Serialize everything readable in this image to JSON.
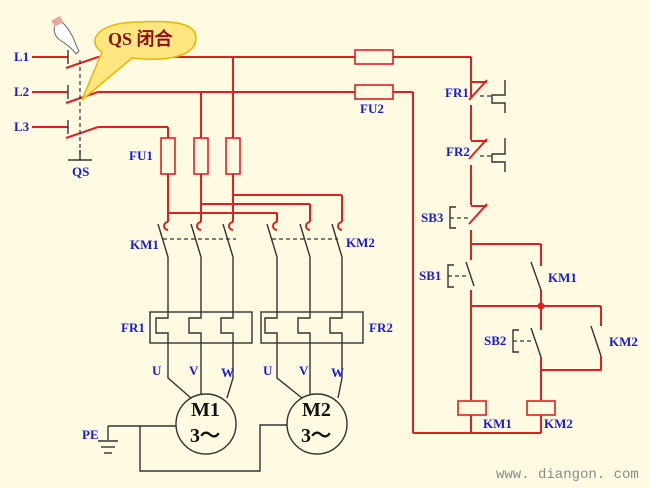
{
  "diagram": {
    "title": "Motor sequential start control circuit",
    "callout": "QS 闭合",
    "pointer_icon": "hand-pointer-icon",
    "lines": [
      "L1",
      "L2",
      "L3"
    ],
    "switch_label": "QS",
    "fuses": {
      "main": "FU1",
      "control": "FU2"
    },
    "contactors": {
      "km1": "KM1",
      "km2": "KM2"
    },
    "thermal_relays": {
      "fr1": "FR1",
      "fr2": "FR2"
    },
    "buttons": {
      "sb1": "SB1",
      "sb2": "SB2",
      "sb3": "SB3"
    },
    "phases": [
      "U",
      "V",
      "W"
    ],
    "motors": [
      {
        "name": "M1",
        "spec": "3～"
      },
      {
        "name": "M2",
        "spec": "3～"
      }
    ],
    "ground_label": "PE",
    "coils": [
      "KM1",
      "KM2"
    ],
    "aux_contacts": [
      "KM1",
      "KM2"
    ],
    "watermark": "www. diangon. com",
    "colors": {
      "energized": "#e02020",
      "deenergized": "#333333",
      "label": "#1a1ad6",
      "background": "#fffbe3"
    }
  }
}
